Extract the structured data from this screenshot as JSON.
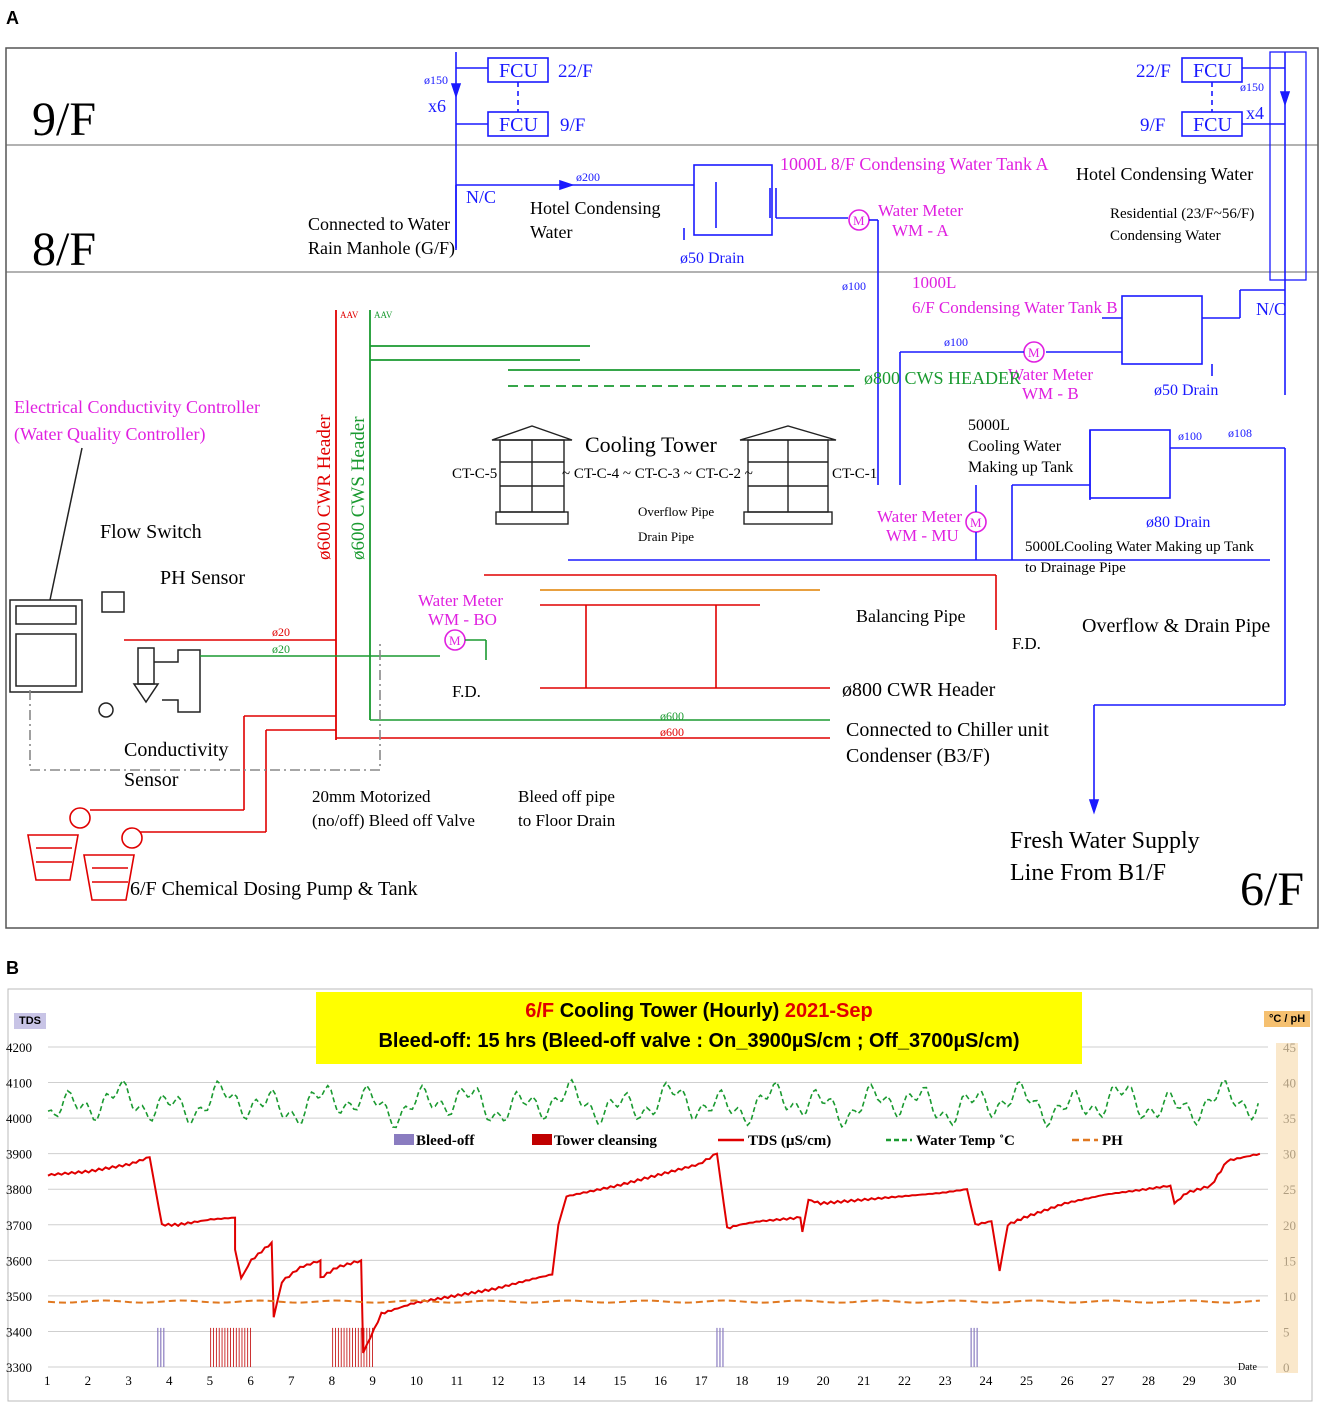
{
  "panel_a": {
    "label": "A",
    "floors": {
      "f9": "9/F",
      "f8": "8/F",
      "f6": "6/F"
    },
    "fcu": {
      "label": "FCU",
      "f22": "22/F",
      "f9": "9/F",
      "x6": "x6",
      "x4": "x4",
      "phi150": "ø150"
    },
    "labels": {
      "nc1": "N/C",
      "nc2": "N/C",
      "rain1": "Connected to Water",
      "rain2": "Rain Manhole (G/F)",
      "hotel_cw1": "Hotel Condensing",
      "hotel_cw2": "Water",
      "phi200": "ø200",
      "tank_a": "1000L 8/F Condensing Water Tank A",
      "drain50a": "ø50 Drain",
      "wm_a1": "Water Meter",
      "wm_a2": "WM - A",
      "hotel_cw_right": "Hotel Condensing Water",
      "resid1": "Residential (23/F~56/F)",
      "resid2": "Condensing Water",
      "phi100a": "ø100",
      "tank_b1": "1000L",
      "tank_b2": "6/F Condensing Water Tank B",
      "phi100b": "ø100",
      "wm_b1": "Water Meter",
      "wm_b2": "WM - B",
      "drain50b": "ø50 Drain",
      "aav1": "AAV",
      "aav2": "AAV",
      "cws_header_top": "ø800 CWS HEADER",
      "cwr_header_v": "ø600 CWR Header",
      "cws_header_v": "ø600 CWS Header",
      "cooling_tower": "Cooling Tower",
      "ct5": "CT-C-5",
      "ct_mid": "~ CT-C-4 ~ CT-C-3 ~ CT-C-2 ~",
      "ct1": "CT-C-1",
      "overflow_pipe": "Overflow Pipe",
      "drain_pipe": "Drain Pipe",
      "makeup1": "5000L",
      "makeup2": "Cooling Water",
      "makeup3": "Making up Tank",
      "phi100c": "ø100",
      "phi108": "ø108",
      "drain80": "ø80 Drain",
      "wm_mu1": "Water Meter",
      "wm_mu2": "WM - MU",
      "makeup_drain1": "5000LCooling Water Making up Tank",
      "makeup_drain2": "to Drainage Pipe",
      "ec1": "Electrical Conductivity Controller",
      "ec2": "(Water Quality Controller)",
      "flow_switch": "Flow Switch",
      "ph_sensor": "PH Sensor",
      "phi20a": "ø20",
      "phi20b": "ø20",
      "wm_bo1": "Water Meter",
      "wm_bo2": "WM - BO",
      "balancing": "Balancing Pipe",
      "overflow_drain": "Overflow & Drain Pipe",
      "fd1": "F.D.",
      "fd2": "F.D.",
      "cwr_header": "ø800 CWR Header",
      "phi600a": "ø600",
      "phi600b": "ø600",
      "chiller1": "Connected to Chiller unit",
      "chiller2": "Condenser (B3/F)",
      "cond1": "Conductivity",
      "cond2": "Sensor",
      "motor1": "20mm Motorized",
      "motor2": "(no/off) Bleed off Valve",
      "bleed1": "Bleed off pipe",
      "bleed2": "to Floor Drain",
      "fresh1": "Fresh Water Supply",
      "fresh2": "Line From B1/F",
      "dosing": "6/F Chemical Dosing Pump & Tank"
    }
  },
  "panel_b": {
    "label": "B",
    "title_line1_a": "6/F",
    "title_line1_b": " Cooling Tower (Hourly) ",
    "title_line1_c": "2021-Sep",
    "title_line2": "Bleed-off: 15 hrs (Bleed-off valve : On_3900µS/cm ; Off_3700µS/cm)",
    "left_axis_badge": "TDS",
    "right_axis_badge": "°C / pH",
    "date_label": "Date"
  },
  "chart_data": {
    "type": "line",
    "x": [
      1,
      2,
      3,
      4,
      5,
      6,
      7,
      8,
      9,
      10,
      11,
      12,
      13,
      14,
      15,
      16,
      17,
      18,
      19,
      20,
      21,
      22,
      23,
      24,
      25,
      26,
      27,
      28,
      29,
      30
    ],
    "xlabel": "Date",
    "xlim": [
      1,
      31
    ],
    "y_left": {
      "label": "TDS",
      "lim": [
        3300,
        4200
      ],
      "ticks": [
        3300,
        3400,
        3500,
        3600,
        3700,
        3800,
        3900,
        4000,
        4100,
        4200
      ]
    },
    "y_right": {
      "label": "°C / pH",
      "lim": [
        0,
        45
      ],
      "ticks": [
        0,
        5,
        10,
        15,
        20,
        25,
        30,
        35,
        40,
        45
      ]
    },
    "legend": [
      "Bleed-off",
      "Tower cleansing",
      "TDS (µS/cm)",
      "Water Temp ˚C",
      "PH"
    ],
    "colors": {
      "bleed": "#8a7cc0",
      "cleansing": "#c00000",
      "tds": "#e00000",
      "temp": "#1a9a30",
      "ph": "#e07820"
    },
    "series": [
      {
        "name": "TDS (µS/cm)",
        "axis": "left",
        "points": [
          [
            1,
            3840
          ],
          [
            2,
            3850
          ],
          [
            3,
            3870
          ],
          [
            3.5,
            3890
          ],
          [
            3.8,
            3700
          ],
          [
            4.2,
            3700
          ],
          [
            5,
            3715
          ],
          [
            5.6,
            3720
          ],
          [
            5.6,
            3630
          ],
          [
            5.75,
            3550
          ],
          [
            6,
            3600
          ],
          [
            6.5,
            3650
          ],
          [
            6.55,
            3440
          ],
          [
            6.75,
            3540
          ],
          [
            7.2,
            3580
          ],
          [
            7.7,
            3600
          ],
          [
            7.7,
            3550
          ],
          [
            8.1,
            3580
          ],
          [
            8.7,
            3600
          ],
          [
            8.75,
            3340
          ],
          [
            9.2,
            3450
          ],
          [
            10,
            3480
          ],
          [
            11,
            3500
          ],
          [
            12,
            3520
          ],
          [
            13,
            3550
          ],
          [
            13.4,
            3560
          ],
          [
            13.55,
            3700
          ],
          [
            13.75,
            3780
          ],
          [
            15,
            3810
          ],
          [
            16,
            3840
          ],
          [
            17,
            3870
          ],
          [
            17.45,
            3900
          ],
          [
            17.7,
            3690
          ],
          [
            18,
            3700
          ],
          [
            18.5,
            3710
          ],
          [
            19.5,
            3720
          ],
          [
            19.55,
            3680
          ],
          [
            19.7,
            3770
          ],
          [
            20,
            3760
          ],
          [
            21,
            3770
          ],
          [
            22,
            3780
          ],
          [
            23,
            3790
          ],
          [
            23.6,
            3800
          ],
          [
            23.8,
            3700
          ],
          [
            24.2,
            3710
          ],
          [
            24.4,
            3570
          ],
          [
            24.6,
            3700
          ],
          [
            25,
            3720
          ],
          [
            26,
            3760
          ],
          [
            27,
            3785
          ],
          [
            28,
            3800
          ],
          [
            28.6,
            3810
          ],
          [
            28.7,
            3760
          ],
          [
            29,
            3790
          ],
          [
            29.6,
            3810
          ],
          [
            30,
            3880
          ],
          [
            30.8,
            3900
          ]
        ]
      },
      {
        "name": "Water Temp ˚C",
        "axis": "right",
        "mean": 37
      },
      {
        "name": "PH",
        "axis": "right",
        "mean": 9.2
      }
    ],
    "bleed_off_days": [
      3.7,
      17.45,
      23.7
    ],
    "tower_cleansing_ranges": [
      [
        5.0,
        6.0
      ],
      [
        8.0,
        9.0
      ]
    ]
  }
}
